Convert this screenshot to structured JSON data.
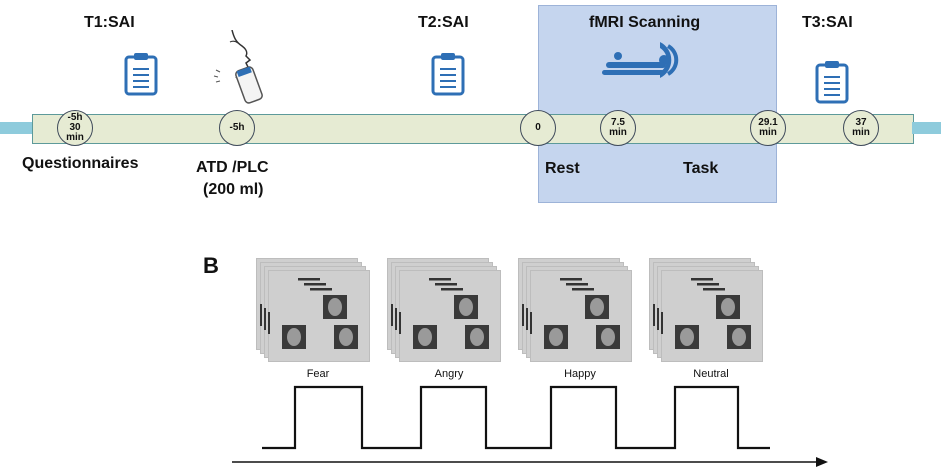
{
  "timepoints": [
    {
      "id": "t1",
      "label": "T1:SAI"
    },
    {
      "id": "t2",
      "label": "T2:SAI"
    },
    {
      "id": "t3",
      "label": "T3:SAI"
    }
  ],
  "scan_block": {
    "title": "fMRI Scanning",
    "rest_label": "Rest",
    "task_label": "Task"
  },
  "markers": [
    {
      "text": "-5h\n30\nmin"
    },
    {
      "text": "-5h"
    },
    {
      "text": "0"
    },
    {
      "text": "7.5\nmin"
    },
    {
      "text": "29.1\nmin"
    },
    {
      "text": "37\nmin"
    }
  ],
  "below_labels": {
    "questionnaires": "Questionnaires",
    "drink_line1": "ATD /PLC",
    "drink_line2": "(200 ml)"
  },
  "panel_b": {
    "letter": "B",
    "conditions": [
      "Fear",
      "Angry",
      "Happy",
      "Neutral"
    ]
  },
  "colors": {
    "scan_box": "#c5d5ee",
    "timeline": "#e6ebd3",
    "clipboard": "#2e6fb5",
    "arrow": "#8ecbdc"
  },
  "icons": [
    "clipboard-icon",
    "drink-icon",
    "mri-scanner-icon"
  ]
}
